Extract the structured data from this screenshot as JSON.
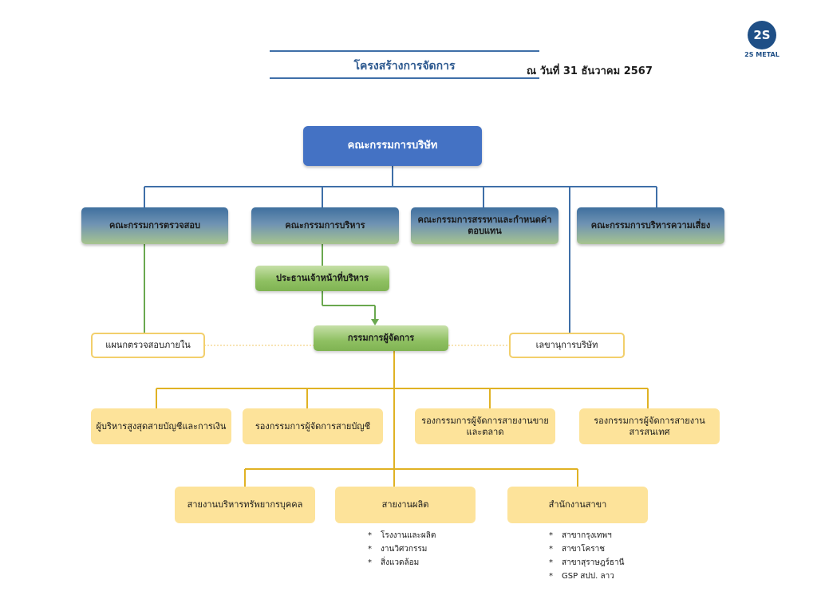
{
  "header": {
    "title": "โครงสร้างการจัดการ",
    "as_of": "ณ วันที่ 31 ธันวาคม 2567"
  },
  "logo": {
    "mark": "2S",
    "text": "2S METAL",
    "color": "#1f4f86"
  },
  "board": "คณะกรรมการบริษัท",
  "committees": [
    "คณะกรรมการตรวจสอบ",
    "คณะกรรมการบริหาร",
    "คณะกรรมการสรรหาและกำหนดค่าตอบแทน",
    "คณะกรรมการบริหารความเสี่ยง"
  ],
  "ceo": "ประธานเจ้าหน้าที่บริหาร",
  "md": "กรรมการผู้จัดการ",
  "internal_audit": "แผนกตรวจสอบภายใน",
  "secretary": "เลขานุการบริษัท",
  "deputies": [
    "ผู้บริหารสูงสุดสายบัญชีและการเงิน",
    "รองกรรมการผู้จัดการสายบัญชี",
    "รองกรรมการผู้จัดการสายงานขายและตลาด",
    "รองกรรมการผู้จัดการสายงานสารสนเทศ"
  ],
  "lines": [
    {
      "label": "สายงานบริหารทรัพยากรบุคคล",
      "items": []
    },
    {
      "label": "สายงานผลิต",
      "items": [
        "โรงงานและผลิต",
        "งานวิศวกรรม",
        "สิ่งแวดล้อม"
      ]
    },
    {
      "label": "สำนักงานสาขา",
      "items": [
        "สาขากรุงเทพฯ",
        "สาขาโคราช",
        "สาขาสุราษฎร์ธานี",
        "GSP สปป. ลาว"
      ]
    }
  ],
  "bullet": "*",
  "colors": {
    "board": "#4472c4",
    "connector_blue": "#3f6fa8",
    "connector_green": "#6aa84f",
    "connector_gold": "#e0b224",
    "yellow_box": "#fde39a"
  }
}
